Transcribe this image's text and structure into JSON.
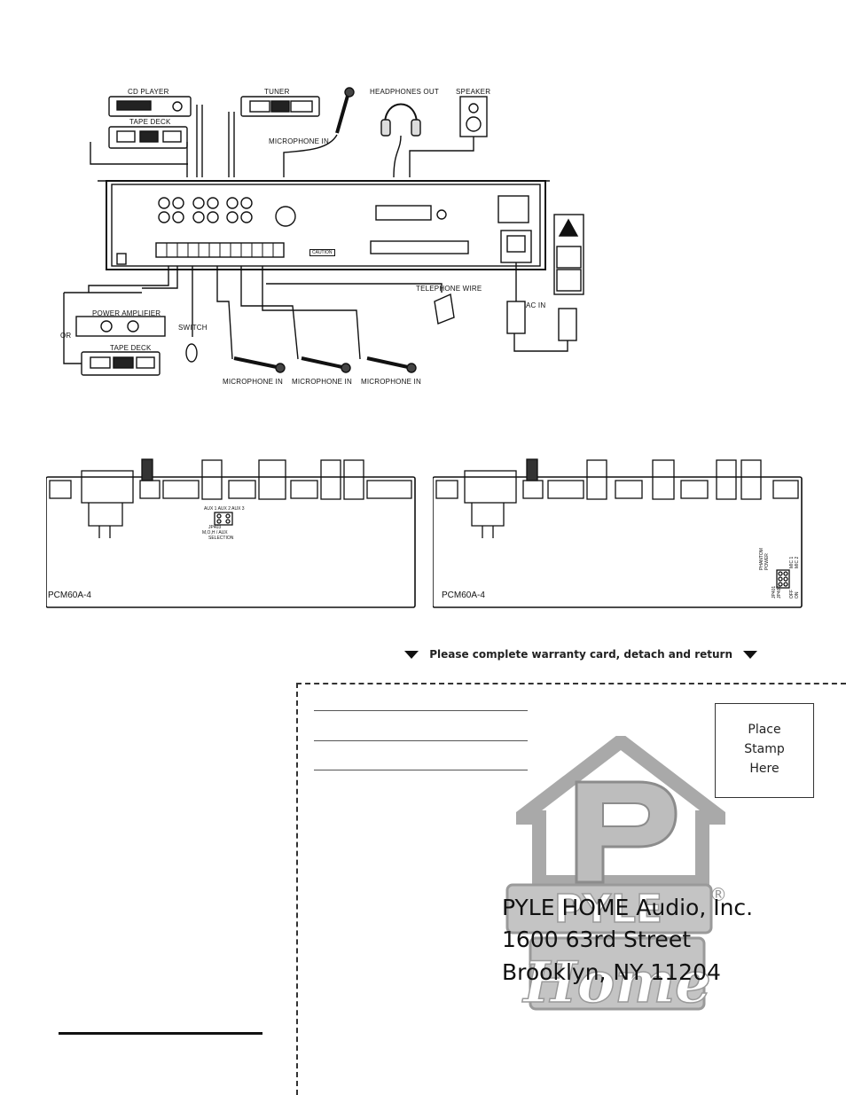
{
  "diagram": {
    "labels": {
      "cd_player": "CD PLAYER",
      "tuner": "TUNER",
      "tape_deck_top": "TAPE DECK",
      "microphone_in_top": "MICROPHONE IN",
      "headphones_out": "HEADPHONES OUT",
      "speaker": "SPEAKER",
      "telephone_wire": "TELEPHONE WIRE",
      "ac_in": "AC IN",
      "power_amplifier": "POWER AMPLIFIER",
      "or": "OR",
      "tape_deck_bottom": "TAPE DECK",
      "switch": "SWITCH",
      "mic_in_1": "MICROPHONE IN",
      "mic_in_2": "MICROPHONE IN",
      "mic_in_3": "MICROPHONE IN",
      "panel_caution": "CAUTION"
    }
  },
  "pcb": {
    "left": {
      "model": "PCM60A-4",
      "jumper_name": "JP403",
      "jumper_caption_1": "M,O,H / AUX",
      "jumper_caption_2": "SELECTION",
      "jumper_pins": "AUX 1  AUX 2  AUX 3"
    },
    "right": {
      "model": "PCM60A-4",
      "phantom_1": "PHANTOM",
      "phantom_2": "POWER",
      "jp_a": "JP401",
      "jp_b": "JP402",
      "mic_a": "MIC 1",
      "mic_b": "MIC 2",
      "off": "OFF",
      "on": "ON"
    }
  },
  "warranty": {
    "instruction": "Please complete warranty card, detach and return"
  },
  "stamp": {
    "line1": "Place",
    "line2": "Stamp",
    "line3": "Here"
  },
  "address": {
    "line1": "PYLE HOME Audio, Inc.",
    "line2": "1600 63rd Street",
    "line3": "Brooklyn, NY 11204"
  },
  "logo": {
    "text": "PYLE Home",
    "registered": "®"
  }
}
